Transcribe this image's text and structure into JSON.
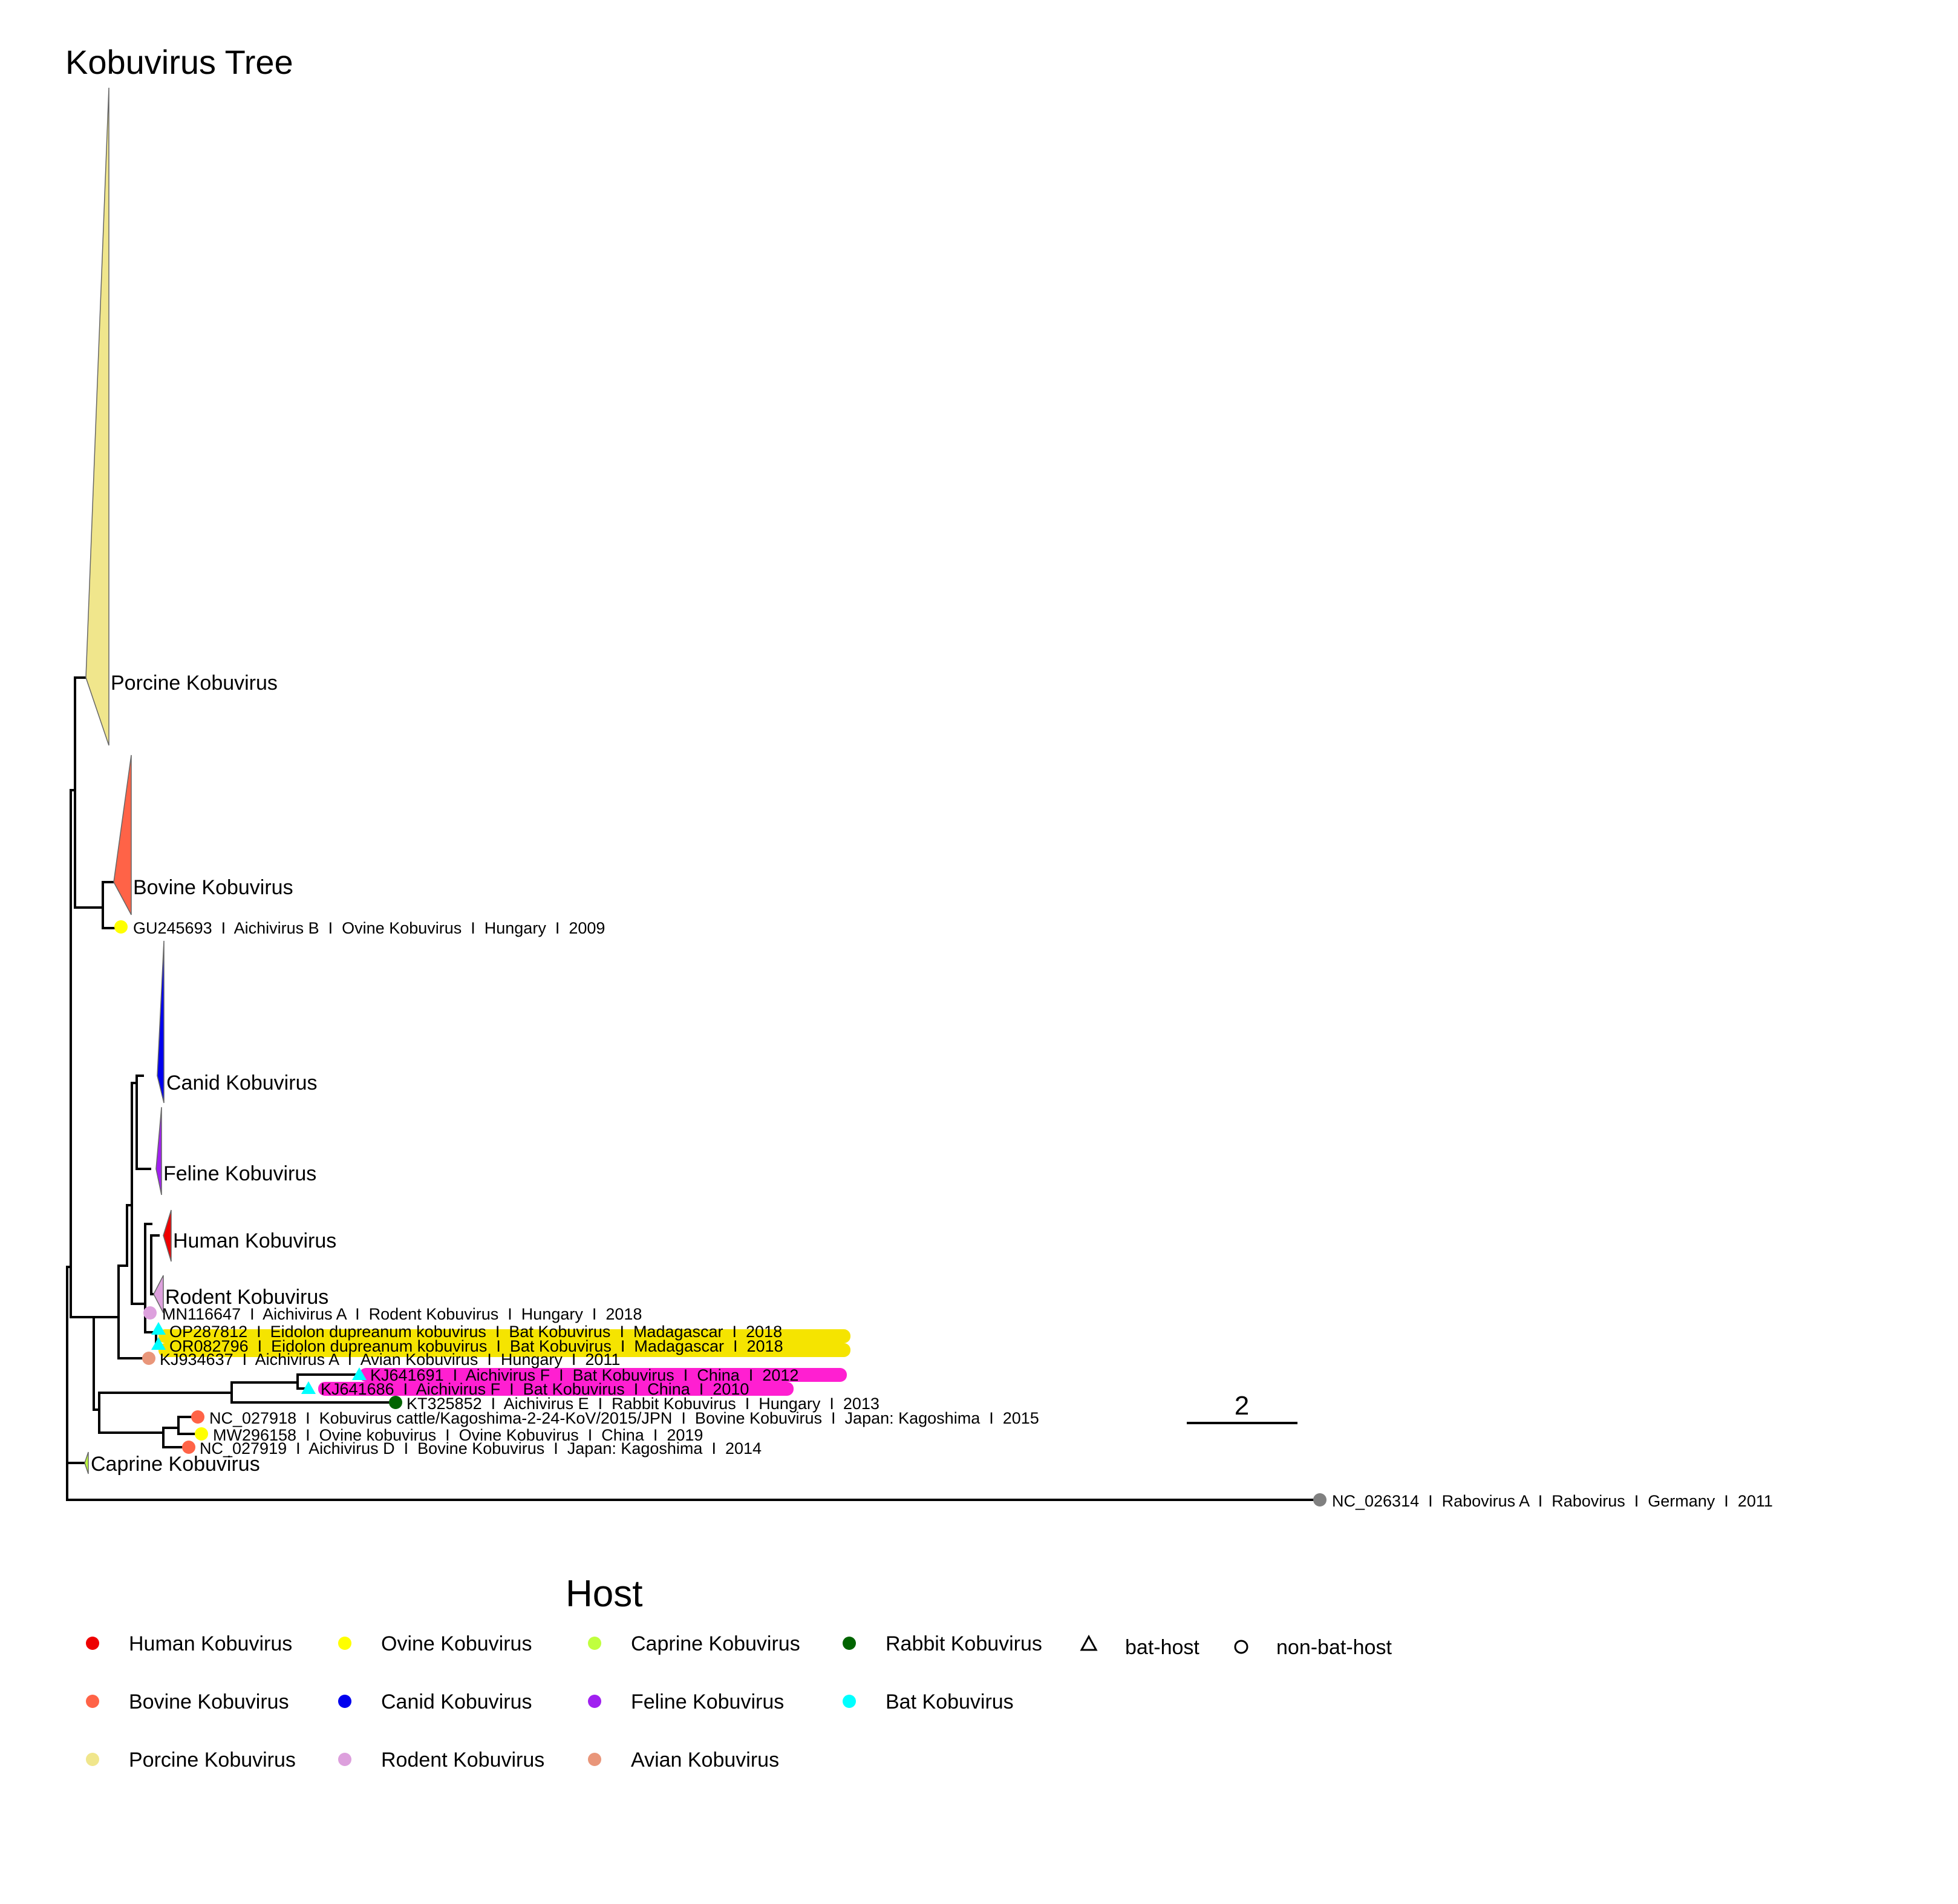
{
  "title": "Kobuvirus Tree",
  "clades": [
    {
      "label": "Porcine Kobuvirus",
      "color": "#F0E68C"
    },
    {
      "label": "Bovine Kobuvirus",
      "color": "#FF6347"
    },
    {
      "label": "Canid Kobuvirus",
      "color": "#0000EE"
    },
    {
      "label": "Feline Kobuvirus",
      "color": "#A020F0"
    },
    {
      "label": "Human Kobuvirus",
      "color": "#EE0000"
    },
    {
      "label": "Rodent Kobuvirus",
      "color": "#DDA0DD"
    },
    {
      "label": "Caprine Kobuvirus",
      "color": "#C0FF3E"
    }
  ],
  "tips": [
    {
      "text": "GU245693  I  Aichivirus B  I  Ovine Kobuvirus  I  Hungary  I  2009",
      "color": "#FFFF00",
      "shape": "circle",
      "highlight": ""
    },
    {
      "text": "MN116647  I  Aichivirus A  I  Rodent Kobuvirus  I  Hungary  I  2018",
      "color": "#DDA0DD",
      "shape": "circle",
      "highlight": ""
    },
    {
      "text": "OP287812  I  Eidolon dupreanum kobuvirus  I  Bat Kobuvirus  I  Madagascar  I  2018",
      "color": "#00FFFF",
      "shape": "triangle",
      "highlight": "#F5E400"
    },
    {
      "text": "OR082796  I  Eidolon dupreanum kobuvirus  I  Bat Kobuvirus  I  Madagascar  I  2018",
      "color": "#00FFFF",
      "shape": "triangle",
      "highlight": "#F5E400"
    },
    {
      "text": "KJ934637  I  Aichivirus A  I  Avian Kobuvirus  I  Hungary  I  2011",
      "color": "#E9967A",
      "shape": "circle",
      "highlight": ""
    },
    {
      "text": "KJ641691  I  Aichivirus F  I  Bat Kobuvirus  I  China  I  2012",
      "color": "#00FFFF",
      "shape": "triangle",
      "highlight": "#FF1FD1"
    },
    {
      "text": "KJ641686  I  Aichivirus F  I  Bat Kobuvirus  I  China  I  2010",
      "color": "#00FFFF",
      "shape": "triangle",
      "highlight": "#FF1FD1"
    },
    {
      "text": "KT325852  I  Aichivirus E  I  Rabbit Kobuvirus  I  Hungary  I  2013",
      "color": "#006400",
      "shape": "circle",
      "highlight": ""
    },
    {
      "text": "NC_027918  I  Kobuvirus cattle/Kagoshima-2-24-KoV/2015/JPN  I  Bovine Kobuvirus  I  Japan: Kagoshima  I  2015",
      "color": "#FF6347",
      "shape": "circle",
      "highlight": ""
    },
    {
      "text": "MW296158  I  Ovine kobuvirus  I  Ovine Kobuvirus  I  China  I  2019",
      "color": "#FFFF00",
      "shape": "circle",
      "highlight": ""
    },
    {
      "text": "NC_027919  I  Aichivirus D  I  Bovine Kobuvirus  I  Japan: Kagoshima  I  2014",
      "color": "#FF6347",
      "shape": "circle",
      "highlight": ""
    },
    {
      "text": "NC_026314  I  Rabovirus A  I  Rabovirus  I  Germany  I  2011",
      "color": "#808080",
      "shape": "circle",
      "highlight": ""
    }
  ],
  "scale_bar": {
    "label": "2"
  },
  "legend": {
    "title": "Host",
    "items": [
      {
        "label": "Human Kobuvirus",
        "color": "#EE0000"
      },
      {
        "label": "Bovine Kobuvirus",
        "color": "#FF6347"
      },
      {
        "label": "Porcine Kobuvirus",
        "color": "#F0E68C"
      },
      {
        "label": "Ovine Kobuvirus",
        "color": "#FFFF00"
      },
      {
        "label": "Canid Kobuvirus",
        "color": "#0000EE"
      },
      {
        "label": "Rodent Kobuvirus",
        "color": "#DDA0DD"
      },
      {
        "label": "Caprine Kobuvirus",
        "color": "#C0FF3E"
      },
      {
        "label": "Feline Kobuvirus",
        "color": "#A020F0"
      },
      {
        "label": "Avian Kobuvirus",
        "color": "#E9967A"
      },
      {
        "label": "Rabbit Kobuvirus",
        "color": "#006400"
      },
      {
        "label": "Bat Kobuvirus",
        "color": "#00FFFF"
      }
    ],
    "shapes": [
      {
        "label": "bat-host",
        "shape": "triangle"
      },
      {
        "label": "non-bat-host",
        "shape": "circle"
      }
    ]
  }
}
